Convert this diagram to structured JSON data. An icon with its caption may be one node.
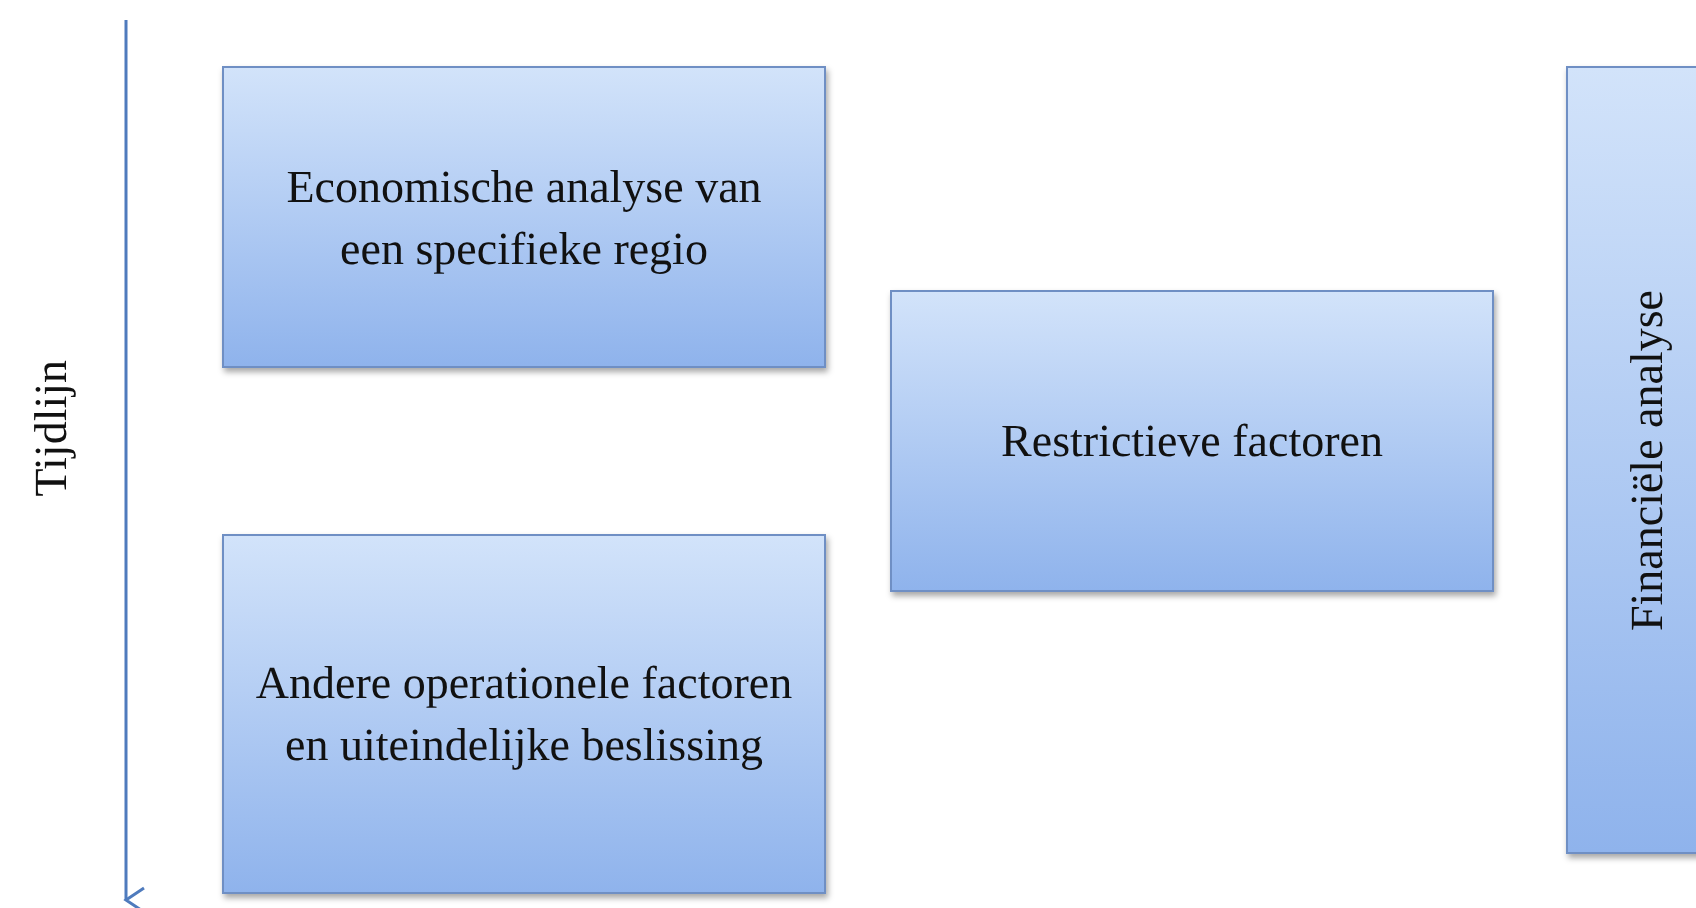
{
  "diagram": {
    "nodes": [
      {
        "text": [
          "Economische analyse van een specifieke regio"
        ]
      },
      {
        "text": [
          "Restrictieve factoren"
        ]
      },
      {
        "text": [
          "Andere operationele factoren en uiteindelijke beslissing"
        ]
      },
      {
        "text": [
          "Financiële analyse"
        ]
      }
    ],
    "labels": [
      "Tijdlijn"
    ]
  }
}
